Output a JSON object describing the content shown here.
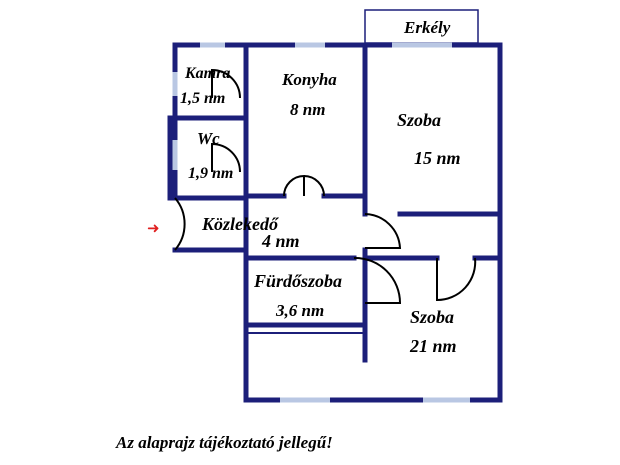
{
  "rooms": {
    "erkely": "Erkély",
    "kamra_name": "Kamra",
    "kamra_area": "1,5 nm",
    "konyha_name": "Konyha",
    "konyha_area": "8 nm",
    "szoba1_name": "Szoba",
    "szoba1_area": "15 nm",
    "wc_name": "Wc",
    "wc_area": "1,9 nm",
    "kozlekedo_name": "Közlekedő",
    "kozlekedo_area": "4 nm",
    "furdoszoba_name": "Fürdőszoba",
    "furdoszoba_area": "3,6 nm",
    "szoba2_name": "Szoba",
    "szoba2_area": "21 nm"
  },
  "entrance_arrow": "➜",
  "disclaimer": "Az alaprajz tájékoztató jellegű!",
  "colors": {
    "wall": "#1c1f7a",
    "window": "#b9c7e3",
    "arrow": "#e02020"
  }
}
